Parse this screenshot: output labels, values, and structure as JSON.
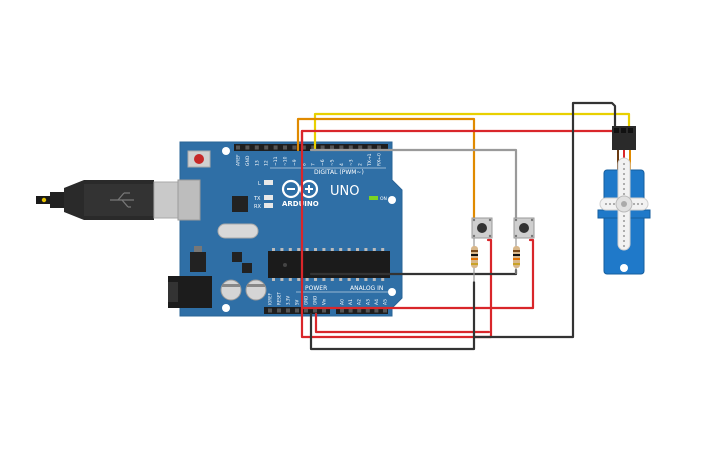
{
  "board": {
    "logo_text": "ARDUINO",
    "model": "UNO",
    "digital_header": "DIGITAL (PWM~)",
    "analog_header": "ANALOG IN",
    "power_header": "POWER",
    "on_label": "ON",
    "led_l": "L",
    "led_tx": "TX",
    "led_rx": "RX",
    "pins_digital": [
      "AREF",
      "GND",
      "13",
      "12",
      "~11",
      "~10",
      "~9",
      "8",
      "7",
      "~6",
      "~5",
      "4",
      "~3",
      "2",
      "TX→1",
      "RX←0"
    ],
    "pins_power": [
      "IOREF",
      "RESET",
      "3.3V",
      "5V",
      "GND",
      "GND",
      "Vin"
    ],
    "pins_analog": [
      "A0",
      "A1",
      "A2",
      "A3",
      "A4",
      "A5"
    ]
  },
  "colors": {
    "board": "#2f6fa6",
    "wire_yellow": "#e8d000",
    "wire_orange": "#e08a00",
    "wire_red": "#d9262a",
    "wire_black": "#333333",
    "wire_gray": "#9a9a9a",
    "servo": "#1f79c9"
  }
}
